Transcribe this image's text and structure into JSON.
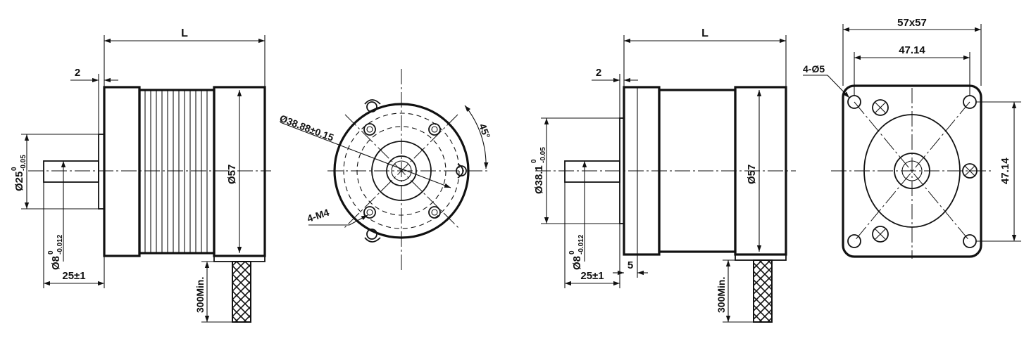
{
  "drawing1_side": {
    "length_label": "L",
    "flange_thickness_label": "2",
    "pilot_dia_label": "Ø25",
    "pilot_dia_tol_upper": "0",
    "pilot_dia_tol_lower": "-0.05",
    "shaft_dia_label": "Ø8",
    "shaft_dia_tol_upper": "0",
    "shaft_dia_tol_lower": "-0.012",
    "shaft_length_label": "25±1",
    "body_dia_label": "Ø57",
    "lead_length_label": "300Min."
  },
  "drawing1_front": {
    "bolt_circle_label": "Ø38.88±0.15",
    "hole_angle_label": "45°",
    "tapped_holes_label": "4-M4"
  },
  "drawing2_side": {
    "length_label": "L",
    "flange_thickness_label": "2",
    "pilot_dia_label": "Ø38.1",
    "pilot_dia_tol_upper": "0",
    "pilot_dia_tol_lower": "-0.05",
    "shaft_dia_label": "Ø8",
    "shaft_dia_tol_upper": "0",
    "shaft_dia_tol_lower": "-0.012",
    "shaft_length_label": "25±1",
    "pilot_height_label": "5",
    "body_dia_label": "Ø57",
    "lead_length_label": "300Min."
  },
  "drawing2_front": {
    "flange_size_label": "57x57",
    "hole_spacing_horizontal_label": "47.14",
    "hole_spacing_vertical_label": "47.14",
    "mount_holes_label": "4-Ø5"
  }
}
